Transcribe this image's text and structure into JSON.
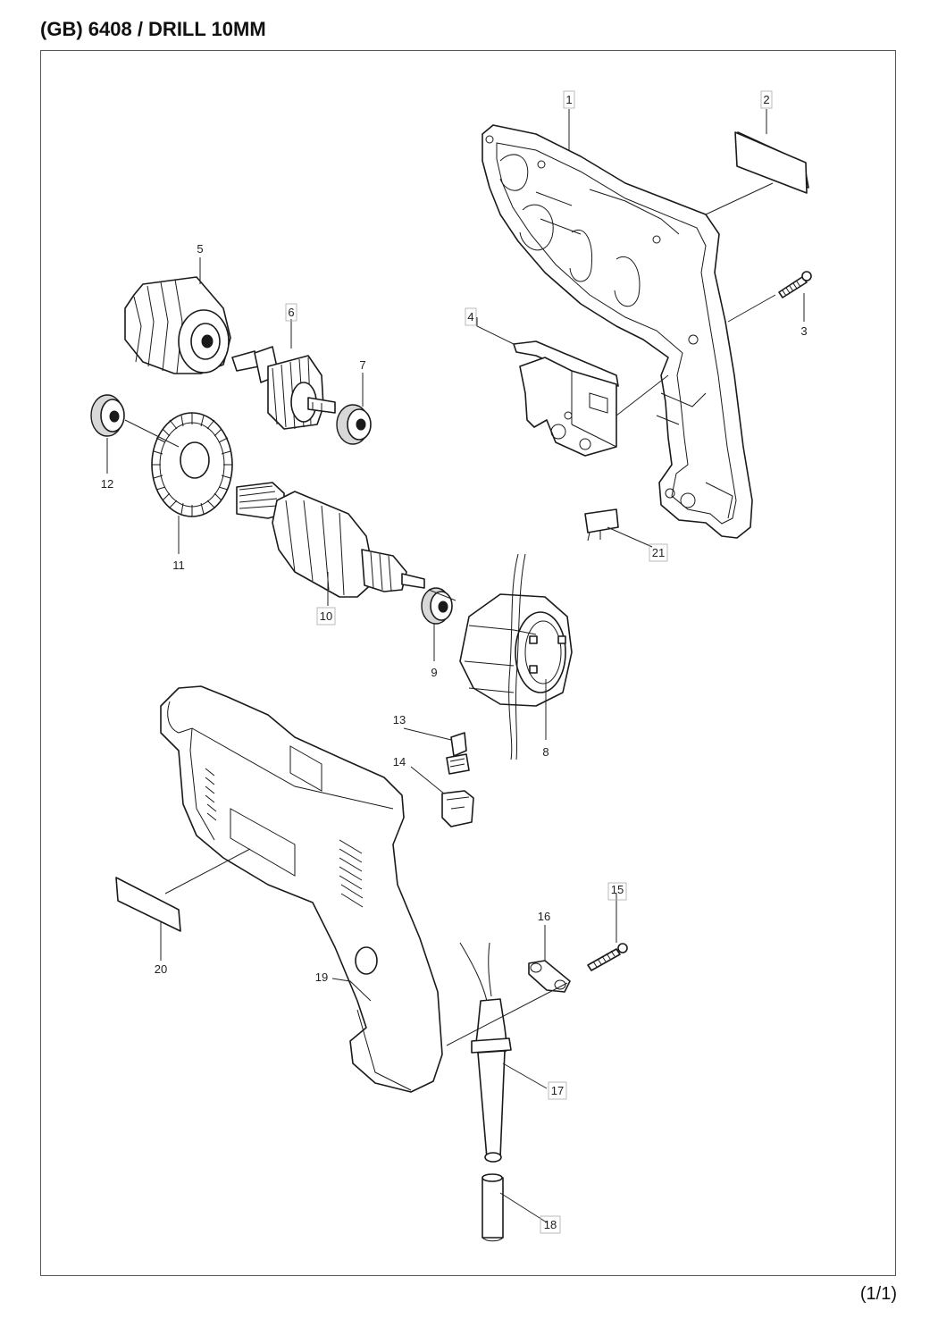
{
  "header": {
    "title": "(GB) 6408 / DRILL 10MM"
  },
  "footer": {
    "page": "(1/1)"
  },
  "callouts": [
    "1",
    "2",
    "3",
    "4",
    "5",
    "6",
    "7",
    "8",
    "9",
    "10",
    "11",
    "12",
    "13",
    "14",
    "15",
    "16",
    "17",
    "18",
    "19",
    "20",
    "21"
  ]
}
